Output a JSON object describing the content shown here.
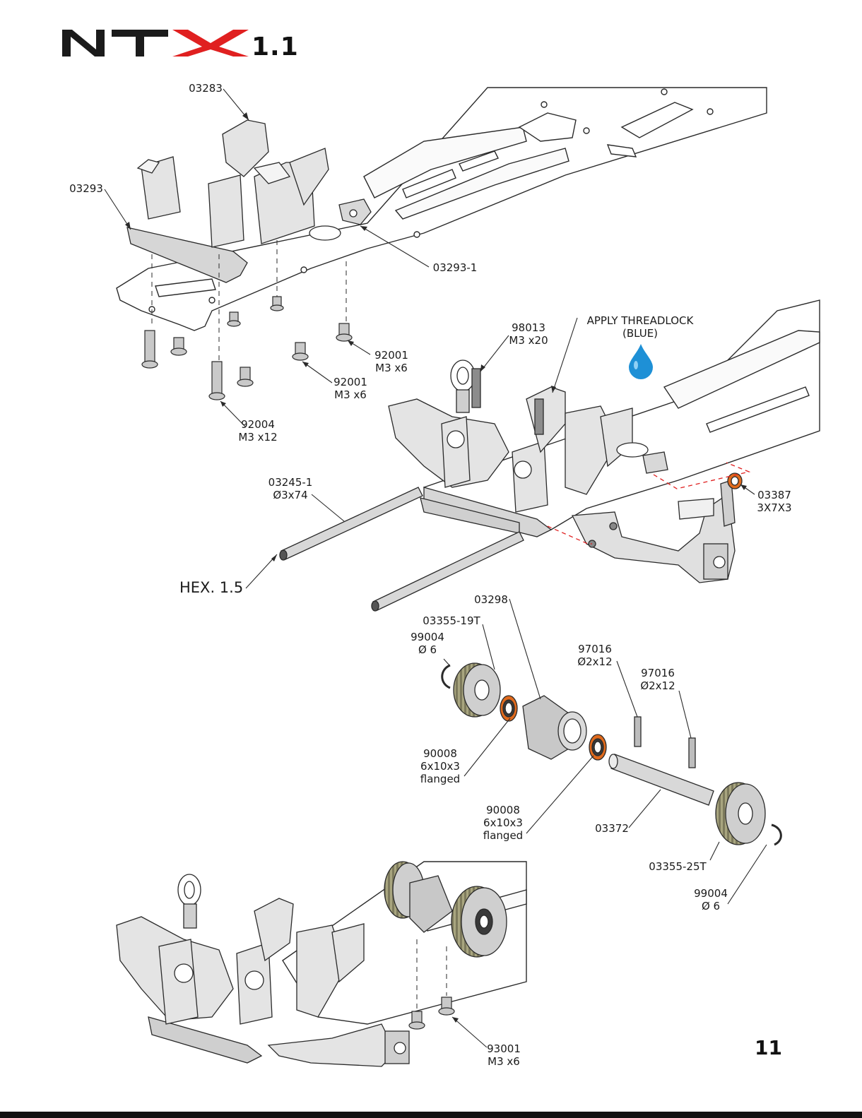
{
  "brand": {
    "logo_text": "NTX",
    "version": "1.1"
  },
  "page_number": "11",
  "colors": {
    "logo_dark": "#1b1b1b",
    "logo_red": "#e02020",
    "threadlock_drop": "#1e90d6",
    "bearing_orange": "#e06a1c",
    "leader_red": "#e02020"
  },
  "callouts": {
    "c03283": {
      "lines": [
        "03283"
      ]
    },
    "c03293": {
      "lines": [
        "03293"
      ]
    },
    "c03293_1": {
      "lines": [
        "03293-1"
      ]
    },
    "c92001_a": {
      "lines": [
        "92001",
        "M3 x6"
      ]
    },
    "c92001_b": {
      "lines": [
        "92001",
        "M3 x6"
      ]
    },
    "c92004": {
      "lines": [
        "92004",
        "M3 x12"
      ]
    },
    "c98013": {
      "lines": [
        "98013",
        "M3 x20"
      ]
    },
    "c_threadlock": {
      "lines": [
        "APPLY THREADLOCK",
        "(BLUE)"
      ]
    },
    "c03245_1": {
      "lines": [
        "03245-1",
        "Ø3x74"
      ]
    },
    "c_hex": {
      "lines": [
        "HEX. 1.5"
      ]
    },
    "c03387": {
      "lines": [
        "03387",
        "3X7X3"
      ]
    },
    "c03298": {
      "lines": [
        "03298"
      ]
    },
    "c03355_19t": {
      "lines": [
        "03355-19T"
      ]
    },
    "c99004_a": {
      "lines": [
        "99004",
        "Ø 6"
      ]
    },
    "c97016_a": {
      "lines": [
        "97016",
        "Ø2x12"
      ]
    },
    "c97016_b": {
      "lines": [
        "97016",
        "Ø2x12"
      ]
    },
    "c90008_a": {
      "lines": [
        "90008",
        "6x10x3",
        "flanged"
      ]
    },
    "c90008_b": {
      "lines": [
        "90008",
        "6x10x3",
        "flanged"
      ]
    },
    "c03372": {
      "lines": [
        "03372"
      ]
    },
    "c03355_25t": {
      "lines": [
        "03355-25T"
      ]
    },
    "c99004_b": {
      "lines": [
        "99004",
        "Ø 6"
      ]
    },
    "c93001": {
      "lines": [
        "93001",
        "M3 x6"
      ]
    }
  }
}
